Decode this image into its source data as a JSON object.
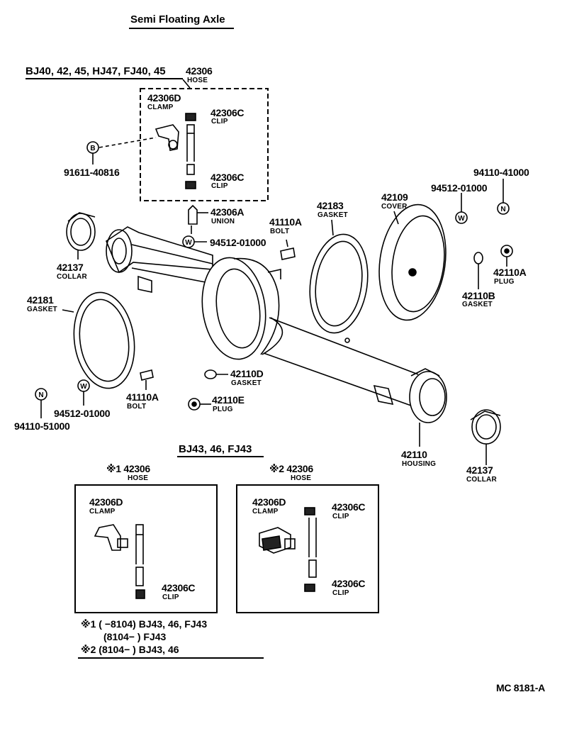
{
  "title": "Semi Floating Axle",
  "headers": {
    "top": "BJ40, 42, 45, HJ47, FJ40, 45",
    "middle": "BJ43, 46, FJ43"
  },
  "parts": {
    "p42306_top": {
      "number": "42306",
      "name": "HOSE"
    },
    "p42306D_top": {
      "number": "42306D",
      "name": "CLAMP"
    },
    "p42306C_top1": {
      "number": "42306C",
      "name": "CLIP"
    },
    "p42306C_top2": {
      "number": "42306C",
      "name": "CLIP"
    },
    "p91611": {
      "number": "91611-40816",
      "badge": "B"
    },
    "p42306A": {
      "number": "42306A",
      "name": "UNION"
    },
    "p94512_mid": {
      "number": "94512-01000",
      "badge": "W"
    },
    "p41110A_top": {
      "number": "41110A",
      "name": "BOLT"
    },
    "p42183": {
      "number": "42183",
      "name": "GASKET"
    },
    "p42109": {
      "number": "42109",
      "name": "COVER"
    },
    "p94512_right": {
      "number": "94512-01000",
      "badge": "W"
    },
    "p94110_right": {
      "number": "94110-41000",
      "badge": "N"
    },
    "p42137_left": {
      "number": "42137",
      "name": "COLLAR"
    },
    "p42181": {
      "number": "42181",
      "name": "GASKET"
    },
    "p42110A": {
      "number": "42110A",
      "name": "PLUG"
    },
    "p42110B": {
      "number": "42110B",
      "name": "GASKET"
    },
    "p42110D": {
      "number": "42110D",
      "name": "GASKET"
    },
    "p42110E": {
      "number": "42110E",
      "name": "PLUG"
    },
    "p41110A_bot": {
      "number": "41110A",
      "name": "BOLT"
    },
    "p94512_left": {
      "number": "94512-01000",
      "badge": "W"
    },
    "p94110_left": {
      "number": "94110-51000",
      "badge": "N"
    },
    "p42110": {
      "number": "42110",
      "name": "HOUSING"
    },
    "p42137_right": {
      "number": "42137",
      "name": "COLLAR"
    },
    "box1_hose": {
      "number": "※1 42306",
      "name": "HOSE"
    },
    "box1_clamp": {
      "number": "42306D",
      "name": "CLAMP"
    },
    "box1_clip": {
      "number": "42306C",
      "name": "CLIP"
    },
    "box2_hose": {
      "number": "※2 42306",
      "name": "HOSE"
    },
    "box2_clamp": {
      "number": "42306D",
      "name": "CLAMP"
    },
    "box2_clip1": {
      "number": "42306C",
      "name": "CLIP"
    },
    "box2_clip2": {
      "number": "42306C",
      "name": "CLIP"
    }
  },
  "footnotes": [
    "※1 (       −8104) BJ43, 46, FJ43",
    "(8104−        ) FJ43",
    "※2 (8104−        ) BJ43, 46"
  ],
  "code": "MC 8181-A"
}
